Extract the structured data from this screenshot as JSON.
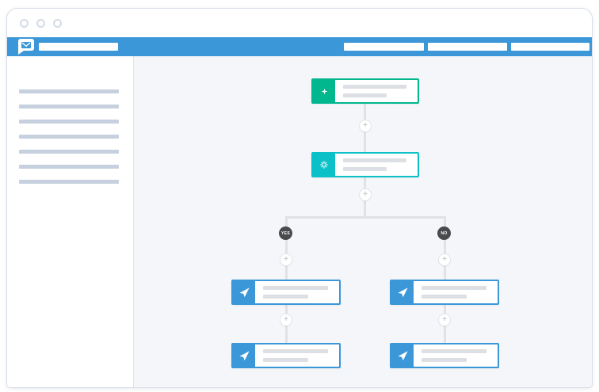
{
  "window": {
    "controls": [
      {
        "name": "window-control-1"
      },
      {
        "name": "window-control-2"
      },
      {
        "name": "window-control-3"
      }
    ]
  },
  "header": {
    "logo_icon": "mail-bubble-icon",
    "brand_placeholder": "",
    "nav_placeholders": [
      "",
      "",
      ""
    ]
  },
  "sidebar": {
    "line_count": 7
  },
  "flow": {
    "yes_label": "YES",
    "no_label": "NO",
    "plus_glyph": "+",
    "nodes": [
      {
        "id": "trigger",
        "icon": "star-icon",
        "color": "#00b78e"
      },
      {
        "id": "condition",
        "icon": "gear-icon",
        "color": "#0cc0c8"
      },
      {
        "id": "email-yes-1",
        "icon": "paper-plane-icon",
        "color": "#3b97d8"
      },
      {
        "id": "email-yes-2",
        "icon": "paper-plane-icon",
        "color": "#3b97d8"
      },
      {
        "id": "email-no-1",
        "icon": "paper-plane-icon",
        "color": "#3b97d8"
      },
      {
        "id": "email-no-2",
        "icon": "paper-plane-icon",
        "color": "#3b97d8"
      }
    ]
  },
  "colors": {
    "header_blue": "#3b97d8",
    "trigger_green": "#00b78e",
    "condition_cyan": "#0cc0c8",
    "email_blue": "#3b97d8",
    "badge_dark": "#4a4a4c",
    "connector_gray": "#e0e2e6",
    "canvas_bg": "#f4f6f9",
    "placeholder_gray": "#dcdfe3",
    "sidebar_line_gray": "#c6d0de"
  }
}
